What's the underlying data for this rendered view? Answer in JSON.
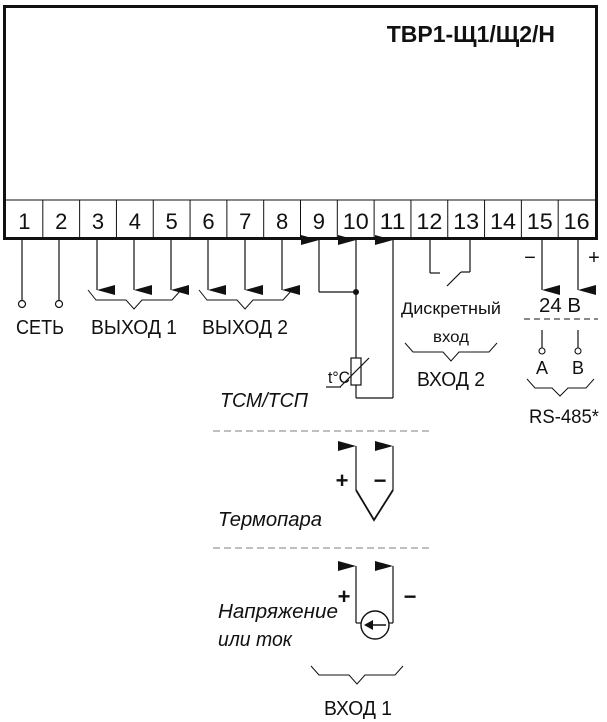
{
  "device": {
    "model": "ТВР1-Щ1/Щ2/Н",
    "terminals": [
      "1",
      "2",
      "3",
      "4",
      "5",
      "6",
      "7",
      "8",
      "9",
      "10",
      "11",
      "12",
      "13",
      "14",
      "15",
      "16"
    ]
  },
  "labels": {
    "power": "СЕТЬ",
    "output1": "ВЫХОД 1",
    "output2": "ВЫХОД 2",
    "discrete_line1": "Дискретный",
    "discrete_line2": "вход",
    "input2": "ВХОД 2",
    "voltage_24": "24 В",
    "rs_a": "A",
    "rs_b": "B",
    "rs485": "RS-485*",
    "rs_minus": "−",
    "rs_plus": "+",
    "temp_sensor_symbol": "t°C",
    "rtd": "ТСМ/ТСП",
    "thermocouple": "Термопара",
    "tc_plus": "+",
    "tc_minus": "−",
    "voltage_current_line1": "Напряжение",
    "voltage_current_line2": "или ток",
    "vc_plus": "+",
    "vc_minus": "−",
    "input1": "ВХОД 1"
  },
  "colors": {
    "line": "#111111",
    "dash": "#999999"
  }
}
